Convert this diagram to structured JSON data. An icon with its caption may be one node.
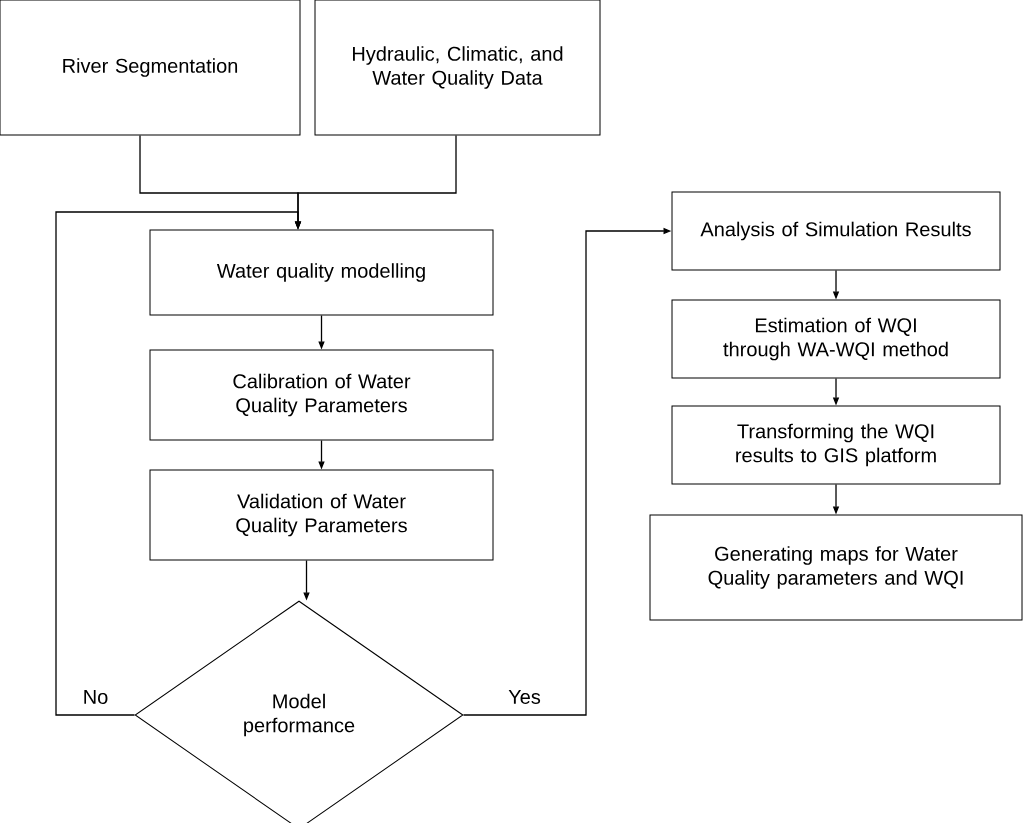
{
  "diagram": {
    "nodes": [
      {
        "text": [
          "River Segmentation"
        ]
      },
      {
        "text": [
          "Hydraulic, Climatic, and Water Quality Data"
        ]
      },
      {
        "text": [
          "Water quality modelling"
        ]
      },
      {
        "text": [
          "Calibration of Water Quality Parameters"
        ]
      },
      {
        "text": [
          "Validation of Water Quality Parameters"
        ]
      },
      {
        "text": [
          "Model performance"
        ]
      },
      {
        "text": [
          "Analysis of Simulation Results"
        ]
      },
      {
        "text": [
          "Estimation of WQI through WA-WQI method"
        ]
      },
      {
        "text": [
          "Transforming the WQI results to GIS platform"
        ]
      },
      {
        "text": [
          "Generating maps for Water Quality parameters and WQI"
        ]
      }
    ],
    "edges": [
      {
        "from": 0,
        "to": 2,
        "arrow": "to"
      },
      {
        "from": 1,
        "to": 2,
        "arrow": "to"
      },
      {
        "from": 2,
        "to": 3,
        "arrow": "to"
      },
      {
        "from": 3,
        "to": 4,
        "arrow": "to"
      },
      {
        "from": 4,
        "to": 5,
        "arrow": "to"
      },
      {
        "from": 5,
        "to": 2,
        "arrow": "to",
        "label": "No"
      },
      {
        "from": 5,
        "to": 6,
        "arrow": "to",
        "label": "Yes"
      },
      {
        "from": 6,
        "to": 7,
        "arrow": "to"
      },
      {
        "from": 7,
        "to": 8,
        "arrow": "to"
      },
      {
        "from": 8,
        "to": 9,
        "arrow": "to"
      }
    ]
  }
}
